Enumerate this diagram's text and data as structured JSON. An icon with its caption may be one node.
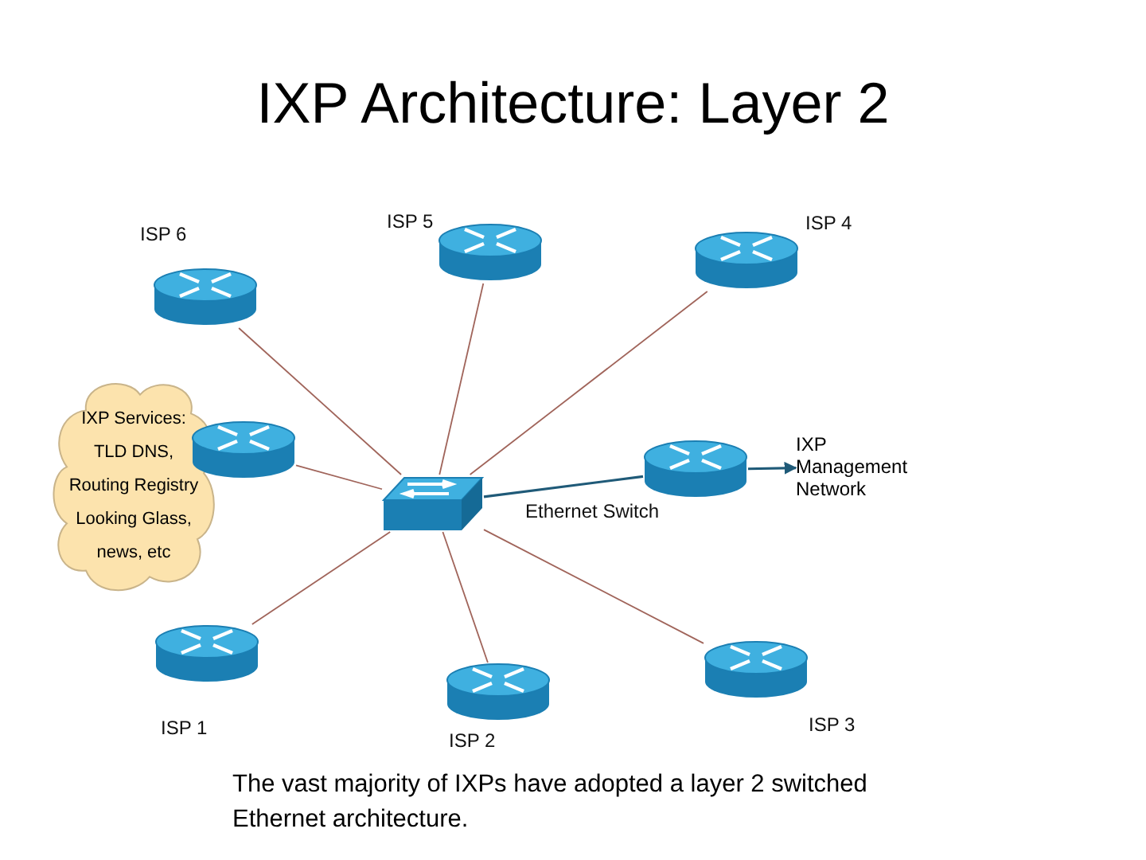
{
  "diagram": {
    "title": "IXP Architecture: Layer 2",
    "nodes": [
      {
        "text": [],
        "shape": "router",
        "beside": [
          "ISP 6"
        ]
      },
      {
        "text": [],
        "shape": "router",
        "beside": [
          "ISP 5"
        ]
      },
      {
        "text": [],
        "shape": "router",
        "beside": [
          "ISP 4"
        ]
      },
      {
        "text": [
          "IXP Services:",
          "TLD DNS,",
          "Routing Registry",
          "Looking Glass,",
          "news, etc"
        ]
      },
      {
        "text": [],
        "shape": "router"
      },
      {
        "text": [],
        "shape": "switch"
      },
      {
        "text": [],
        "shape": "router"
      },
      {
        "text": [
          "IXP Management Network"
        ]
      },
      {
        "text": [],
        "shape": "router",
        "beside": [
          "ISP 1"
        ]
      },
      {
        "text": [],
        "shape": "router",
        "beside": [
          "ISP 2"
        ]
      },
      {
        "text": [],
        "shape": "router",
        "beside": [
          "ISP 3"
        ]
      }
    ],
    "edges": [
      {
        "from": 5,
        "to": 0,
        "arrow": "none"
      },
      {
        "from": 5,
        "to": 1,
        "arrow": "none"
      },
      {
        "from": 5,
        "to": 2,
        "arrow": "none"
      },
      {
        "from": 5,
        "to": 4,
        "arrow": "none"
      },
      {
        "from": 5,
        "to": 6,
        "arrow": "none",
        "color": "#1f5a78"
      },
      {
        "from": 6,
        "to": 7,
        "arrow": "to",
        "color": "#1f5a78"
      },
      {
        "from": 5,
        "to": 8,
        "arrow": "none"
      },
      {
        "from": 5,
        "to": 9,
        "arrow": "none"
      },
      {
        "from": 5,
        "to": 10,
        "arrow": "none"
      }
    ],
    "labels": [
      "Ethernet Switch"
    ],
    "caption": "The vast majority of IXPs have adopted a layer 2 switched Ethernet architecture."
  }
}
